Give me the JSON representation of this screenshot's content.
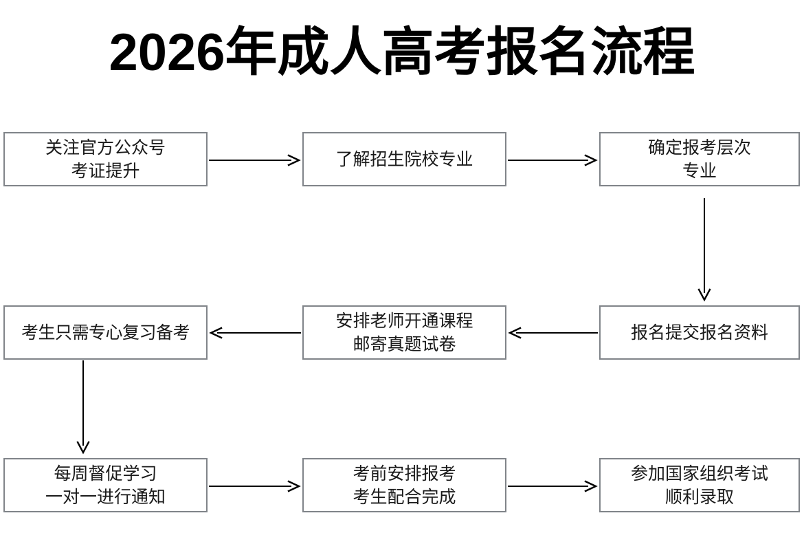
{
  "page": {
    "title": "2026年成人高考报名流程",
    "background_color": "#ffffff",
    "box_border_color": "#808489",
    "arrow_color": "#000000",
    "text_color": "#1a1a1a"
  },
  "flowchart": {
    "type": "process-flow",
    "rows": 3,
    "columns": 3,
    "nodes": [
      {
        "id": "n1",
        "row": 1,
        "col": 1,
        "lines": [
          "关注官方公众号",
          "考证提升"
        ]
      },
      {
        "id": "n2",
        "row": 1,
        "col": 2,
        "lines": [
          "了解招生院校专业"
        ]
      },
      {
        "id": "n3",
        "row": 1,
        "col": 3,
        "lines": [
          "确定报考层次",
          "专业"
        ]
      },
      {
        "id": "n4",
        "row": 2,
        "col": 1,
        "lines": [
          "考生只需专心复习备考"
        ]
      },
      {
        "id": "n5",
        "row": 2,
        "col": 2,
        "lines": [
          "安排老师开通课程",
          "邮寄真题试卷"
        ]
      },
      {
        "id": "n6",
        "row": 2,
        "col": 3,
        "lines": [
          "报名提交报名资料"
        ]
      },
      {
        "id": "n7",
        "row": 3,
        "col": 1,
        "lines": [
          "每周督促学习",
          "一对一进行通知"
        ]
      },
      {
        "id": "n8",
        "row": 3,
        "col": 2,
        "lines": [
          "考前安排报考",
          "考生配合完成"
        ]
      },
      {
        "id": "n9",
        "row": 3,
        "col": 3,
        "lines": [
          "参加国家组织考试",
          "顺利录取"
        ]
      }
    ],
    "connectors": [
      {
        "from": "n1",
        "to": "n2",
        "direction": "right"
      },
      {
        "from": "n2",
        "to": "n3",
        "direction": "right"
      },
      {
        "from": "n3",
        "to": "n6",
        "direction": "down"
      },
      {
        "from": "n6",
        "to": "n5",
        "direction": "left"
      },
      {
        "from": "n5",
        "to": "n4",
        "direction": "left"
      },
      {
        "from": "n4",
        "to": "n7",
        "direction": "down"
      },
      {
        "from": "n7",
        "to": "n8",
        "direction": "right"
      },
      {
        "from": "n8",
        "to": "n9",
        "direction": "right"
      }
    ]
  }
}
